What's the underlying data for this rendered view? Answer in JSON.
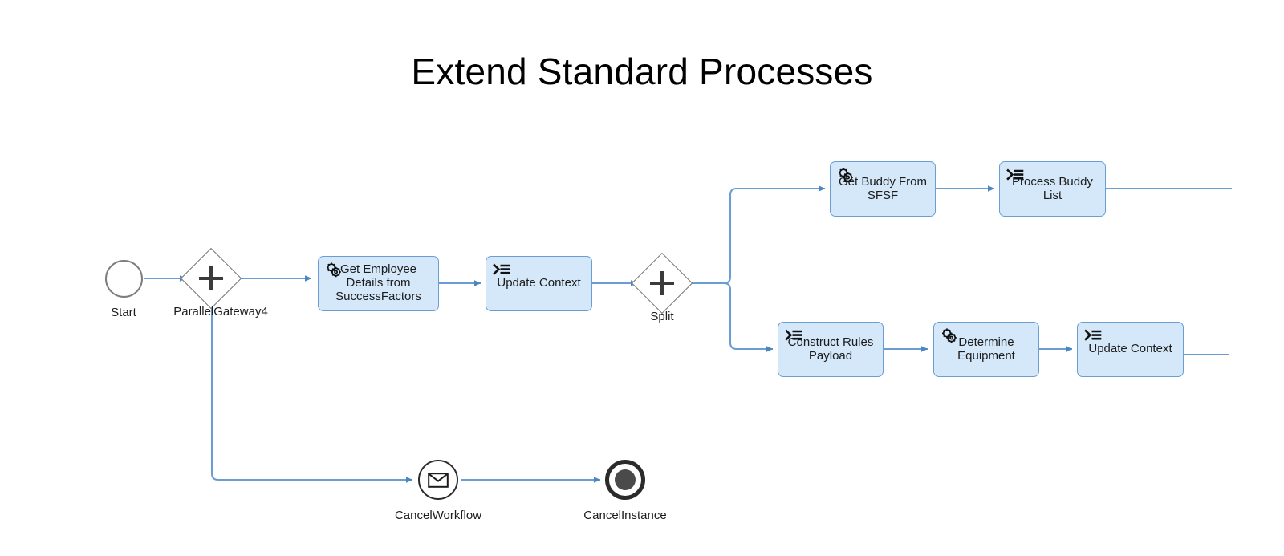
{
  "diagram": {
    "title": "Extend Standard Processes",
    "type": "bpmn-process-diagram",
    "colors": {
      "task_fill": "#d4e8fa",
      "task_border": "#6a9ed2",
      "connector": "#6a9ed2",
      "event_start_border": "#7d7d7d",
      "event_end_border": "#2b2b2b",
      "gateway_border": "#6f6f6f",
      "text": "#1c1c1c",
      "background": "#ffffff"
    }
  },
  "events": {
    "start": {
      "label": "Start",
      "kind": "start-event"
    },
    "cancel_workflow": {
      "label": "CancelWorkflow",
      "kind": "message-intermediate-event"
    },
    "cancel_instance": {
      "label": "CancelInstance",
      "kind": "terminate-end-event"
    }
  },
  "gateways": [
    {
      "id": "parallel_gateway_4",
      "label": "ParallelGateway4",
      "kind": "parallel-gateway"
    },
    {
      "id": "split",
      "label": "Split",
      "kind": "parallel-gateway"
    }
  ],
  "tasks": [
    {
      "id": "get_employee_details",
      "label": "Get Employee\nDetails from\nSuccessFactors",
      "icon": "gear-icon",
      "kind": "service-task"
    },
    {
      "id": "update_context_main",
      "label": "Update Context",
      "icon": "script-icon",
      "kind": "script-task"
    },
    {
      "id": "get_buddy_from_sfsf",
      "label": "Get Buddy From\nSFSF",
      "icon": "gear-icon",
      "kind": "service-task"
    },
    {
      "id": "process_buddy_list",
      "label": "Process Buddy\nList",
      "icon": "script-icon",
      "kind": "script-task"
    },
    {
      "id": "construct_rules_payload",
      "label": "Construct Rules\nPayload",
      "icon": "script-icon",
      "kind": "script-task"
    },
    {
      "id": "determine_equipment",
      "label": "Determine\nEquipment",
      "icon": "gear-icon",
      "kind": "service-task"
    },
    {
      "id": "update_context_lower",
      "label": "Update Context",
      "icon": "script-icon",
      "kind": "script-task"
    }
  ]
}
